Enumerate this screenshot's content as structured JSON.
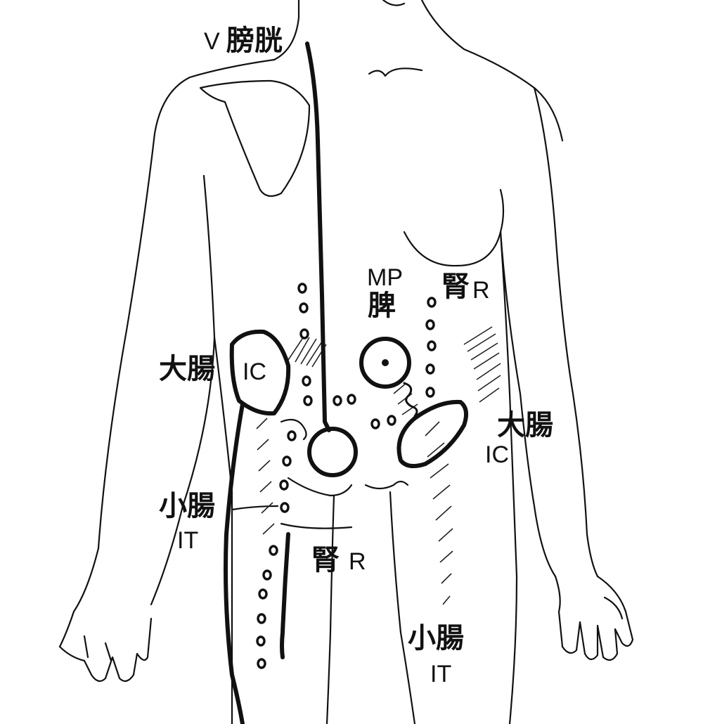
{
  "labels": {
    "bladder_code": "V",
    "bladder": "膀胱",
    "spleen_code": "MP",
    "spleen": "脾",
    "kidney_top": "腎",
    "kidney_top_code": "R",
    "large_intestine_left": "大腸",
    "large_intestine_left_code": "IC",
    "large_intestine_right": "大腸",
    "large_intestine_right_code": "IC",
    "small_intestine_left": "小腸",
    "small_intestine_left_code": "IT",
    "kidney_bottom": "腎",
    "kidney_bottom_code": "R",
    "small_intestine_right": "小腸",
    "small_intestine_right_code": "IT"
  },
  "colors": {
    "ink": "#111111",
    "paper": "#ffffff"
  }
}
